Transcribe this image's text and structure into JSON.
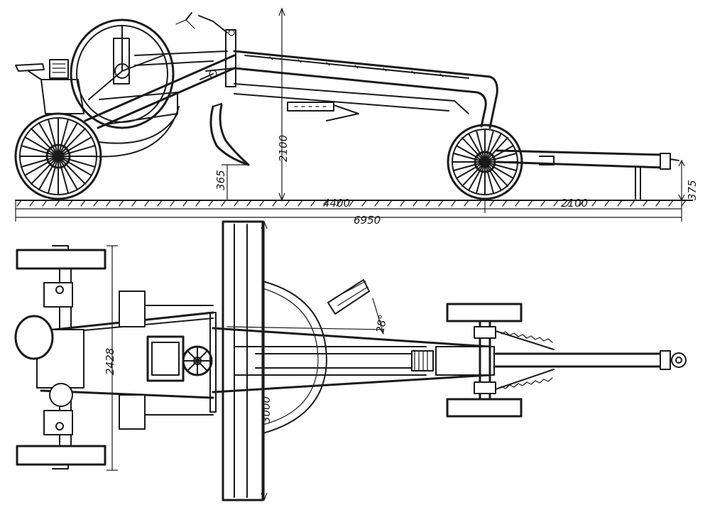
{
  "dimensions": {
    "depth": "365",
    "height": "2100",
    "front_overhang": "4400",
    "overall_length": "6950",
    "rear_length": "2100",
    "hitch_height": "375",
    "track_width": "2428",
    "blade_width": "3000",
    "blade_angle": "28°"
  },
  "colors": {
    "ink": "#1a1a1a",
    "paper": "#ffffff"
  }
}
